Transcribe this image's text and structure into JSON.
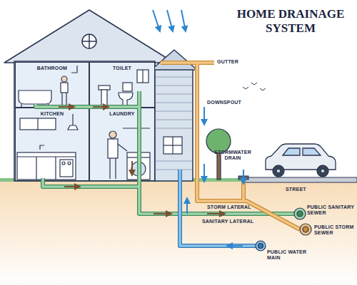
{
  "diagram": {
    "title": "HOME DRAINAGE SYSTEM",
    "nodes": [
      {
        "text": [
          "BATHROOM"
        ]
      },
      {
        "text": [
          "TOILET"
        ]
      },
      {
        "text": [
          "KITCHEN"
        ]
      },
      {
        "text": [
          "LAUNDRY"
        ]
      }
    ],
    "labels": [
      "GUTTER",
      "DOWNSPOUT",
      "STORMWATER DRAIN",
      "STREET",
      "STORM LATERAL",
      "PUBLIC SANITARY SEWER",
      "PUBLIC STORM SEWER",
      "SANITARY LATERAL",
      "PUBLIC WATER MAIN"
    ]
  }
}
